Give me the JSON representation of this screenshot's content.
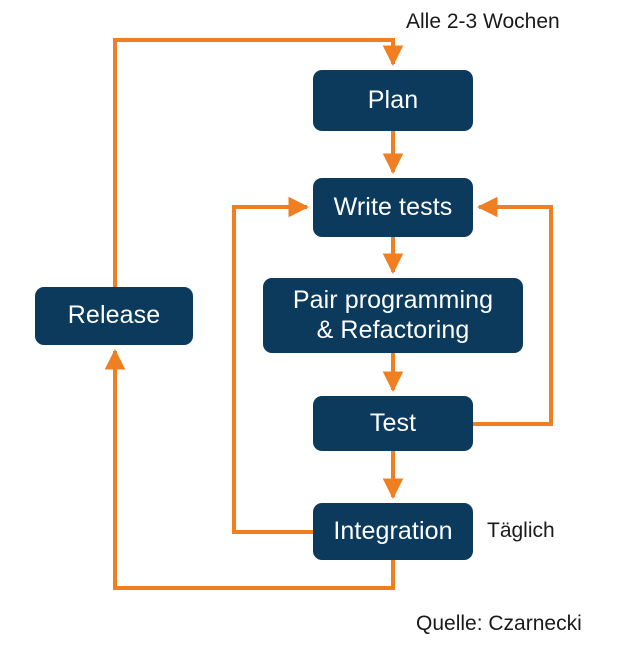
{
  "diagram": {
    "title_label": "Alle 2-3 Wochen",
    "colors": {
      "node_fill": "#0B3A5D",
      "node_text": "#FFFFFF",
      "connector": "#F07F22",
      "background": "#FFFFFF",
      "caption_text": "#1A1A1A"
    },
    "nodes": [
      {
        "id": "plan",
        "label": "Plan"
      },
      {
        "id": "write-tests",
        "label": "Write tests"
      },
      {
        "id": "pair",
        "label": "Pair programming\n& Refactoring"
      },
      {
        "id": "test",
        "label": "Test"
      },
      {
        "id": "integration",
        "label": "Integration"
      },
      {
        "id": "release",
        "label": "Release"
      }
    ],
    "captions": [
      {
        "id": "cadence",
        "text": "Alle 2-3 Wochen"
      },
      {
        "id": "daily",
        "text": "Täglich"
      },
      {
        "id": "source",
        "text": "Quelle: Czarnecki"
      }
    ],
    "connectors": [
      {
        "id": "plan-to-write-tests",
        "from": "plan",
        "to": "write-tests",
        "kind": "arrow-down"
      },
      {
        "id": "write-tests-to-pair",
        "from": "write-tests",
        "to": "pair",
        "kind": "arrow-down"
      },
      {
        "id": "pair-to-test",
        "from": "pair",
        "to": "test",
        "kind": "arrow-down"
      },
      {
        "id": "test-to-integration",
        "from": "test",
        "to": "integration",
        "kind": "arrow-down"
      },
      {
        "id": "test-to-write-tests-loop",
        "from": "test",
        "to": "write-tests",
        "kind": "feedback-right"
      },
      {
        "id": "integration-to-write-tests-loop",
        "from": "integration",
        "to": "write-tests",
        "kind": "feedback-left"
      },
      {
        "id": "integration-to-release",
        "from": "integration",
        "to": "release",
        "kind": "loop-bottom"
      },
      {
        "id": "release-to-plan",
        "from": "release",
        "to": "plan",
        "kind": "loop-top"
      }
    ]
  }
}
